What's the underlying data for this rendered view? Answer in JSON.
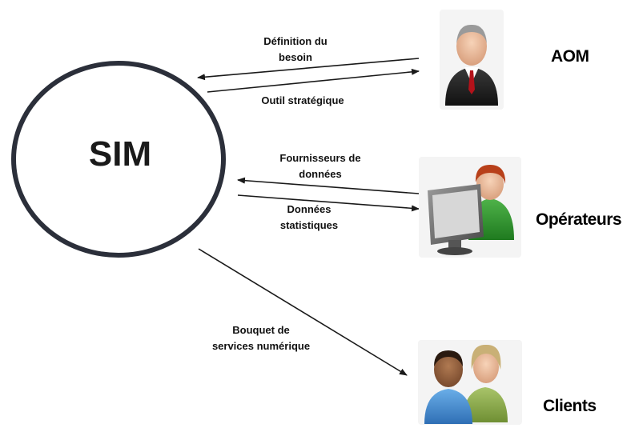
{
  "center": {
    "label": "SIM"
  },
  "actors": {
    "aom": {
      "label": "AOM",
      "icon": "businessman-icon"
    },
    "operators": {
      "label": "Opérateurs",
      "icon": "computer-operator-icon"
    },
    "clients": {
      "label": "Clients",
      "icon": "people-pair-icon"
    }
  },
  "flows": {
    "aom_to_sim": {
      "line1": "Définition du",
      "line2": "besoin"
    },
    "sim_to_aom": {
      "line1": "Outil stratégique"
    },
    "operators_to_sim": {
      "line1": "Fournisseurs de",
      "line2": "données"
    },
    "sim_to_operators": {
      "line1": "Données",
      "line2": "statistiques"
    },
    "sim_to_clients": {
      "line1": "Bouquet de",
      "line2": "services numérique"
    }
  },
  "colors": {
    "circle_stroke": "#2b2f3a",
    "arrow": "#1a1a1a",
    "text": "#111111"
  }
}
